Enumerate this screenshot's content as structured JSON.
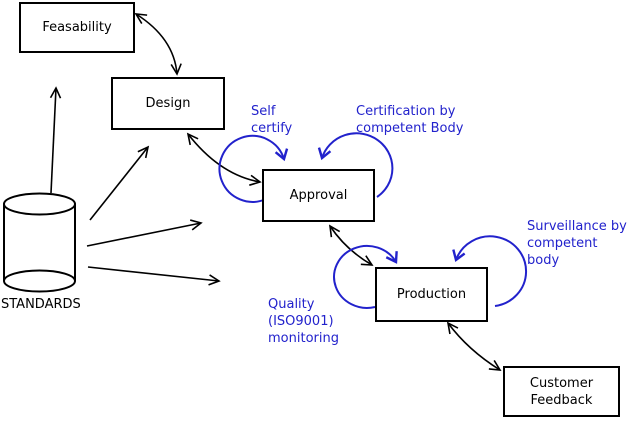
{
  "diagram": {
    "nodes": [
      {
        "id": "feasability",
        "label": "Feasability"
      },
      {
        "id": "design",
        "label": "Design"
      },
      {
        "id": "approval",
        "label": "Approval"
      },
      {
        "id": "production",
        "label": "Production"
      },
      {
        "id": "customer_feedback",
        "label": "Customer\nFeedback"
      }
    ],
    "datastore": {
      "label": "STANDARDS",
      "shape": "cylinder"
    },
    "annotations": [
      {
        "id": "self_certify",
        "label": "Self\ncertify",
        "attached_to": "Approval"
      },
      {
        "id": "certification",
        "label": "Certification by\ncompetent Body",
        "attached_to": "Approval"
      },
      {
        "id": "surveillance",
        "label": "Surveillance by\ncompetent body",
        "attached_to": "Production"
      },
      {
        "id": "quality",
        "label": "Quality\n(ISO9001)\nmonitoring",
        "attached_to": "Production"
      }
    ],
    "edges": [
      {
        "from": "STANDARDS",
        "to": "Feasability",
        "style": "arrow",
        "color": "black"
      },
      {
        "from": "STANDARDS",
        "to": "Design",
        "style": "arrow",
        "color": "black"
      },
      {
        "from": "STANDARDS",
        "to": "Approval",
        "style": "arrow",
        "color": "black"
      },
      {
        "from": "STANDARDS",
        "to": "Production",
        "style": "arrow",
        "color": "black"
      },
      {
        "from": "Feasability",
        "to": "Design",
        "style": "double-arrow",
        "color": "black"
      },
      {
        "from": "Design",
        "to": "Approval",
        "style": "double-arrow",
        "color": "black"
      },
      {
        "from": "Approval",
        "to": "Production",
        "style": "double-arrow",
        "color": "black"
      },
      {
        "from": "Production",
        "to": "Customer Feedback",
        "style": "double-arrow",
        "color": "black"
      },
      {
        "from": "Approval",
        "to": "Approval",
        "style": "self-loop",
        "color": "blue",
        "label": "Self certify"
      },
      {
        "from": "Approval",
        "to": "Approval",
        "style": "self-loop",
        "color": "blue",
        "label": "Certification by competent Body"
      },
      {
        "from": "Production",
        "to": "Production",
        "style": "self-loop",
        "color": "blue",
        "label": "Quality (ISO9001) monitoring"
      },
      {
        "from": "Production",
        "to": "Production",
        "style": "self-loop",
        "color": "blue",
        "label": "Surveillance by competent body"
      }
    ],
    "colors": {
      "annotation": "#2222cc",
      "line": "#000000",
      "node_fill": "#ffffff",
      "background": "#ffffff"
    }
  }
}
